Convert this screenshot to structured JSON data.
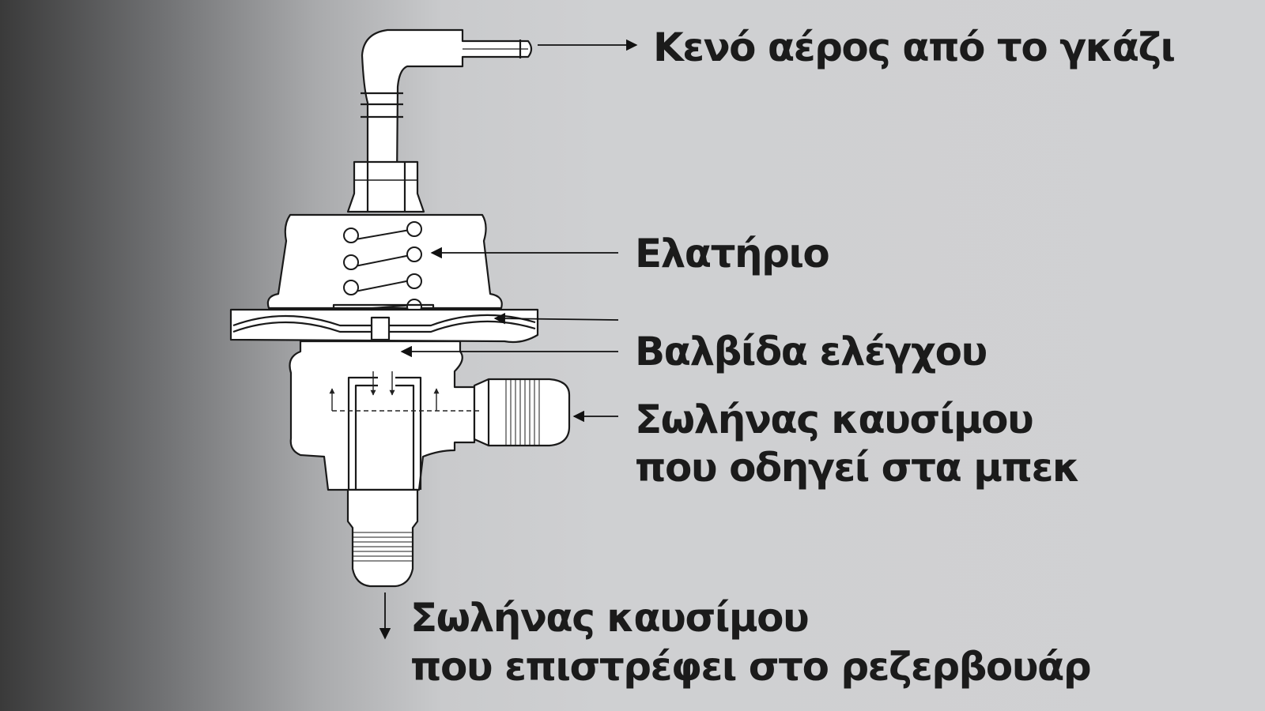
{
  "labels": {
    "vacuum": "Κενό αέρος από το γκάζι",
    "spring": "Ελατήριο",
    "check_valve": "Βαλβίδα ελέγχου",
    "injector_line_1": "Σωλήνας καυσίμου",
    "injector_line_2": "που οδηγεί στα μπεκ",
    "return_line_1": "Σωλήνας καυσίμου",
    "return_line_2": "που επιστρέφει στο ρεζερβουάρ"
  }
}
